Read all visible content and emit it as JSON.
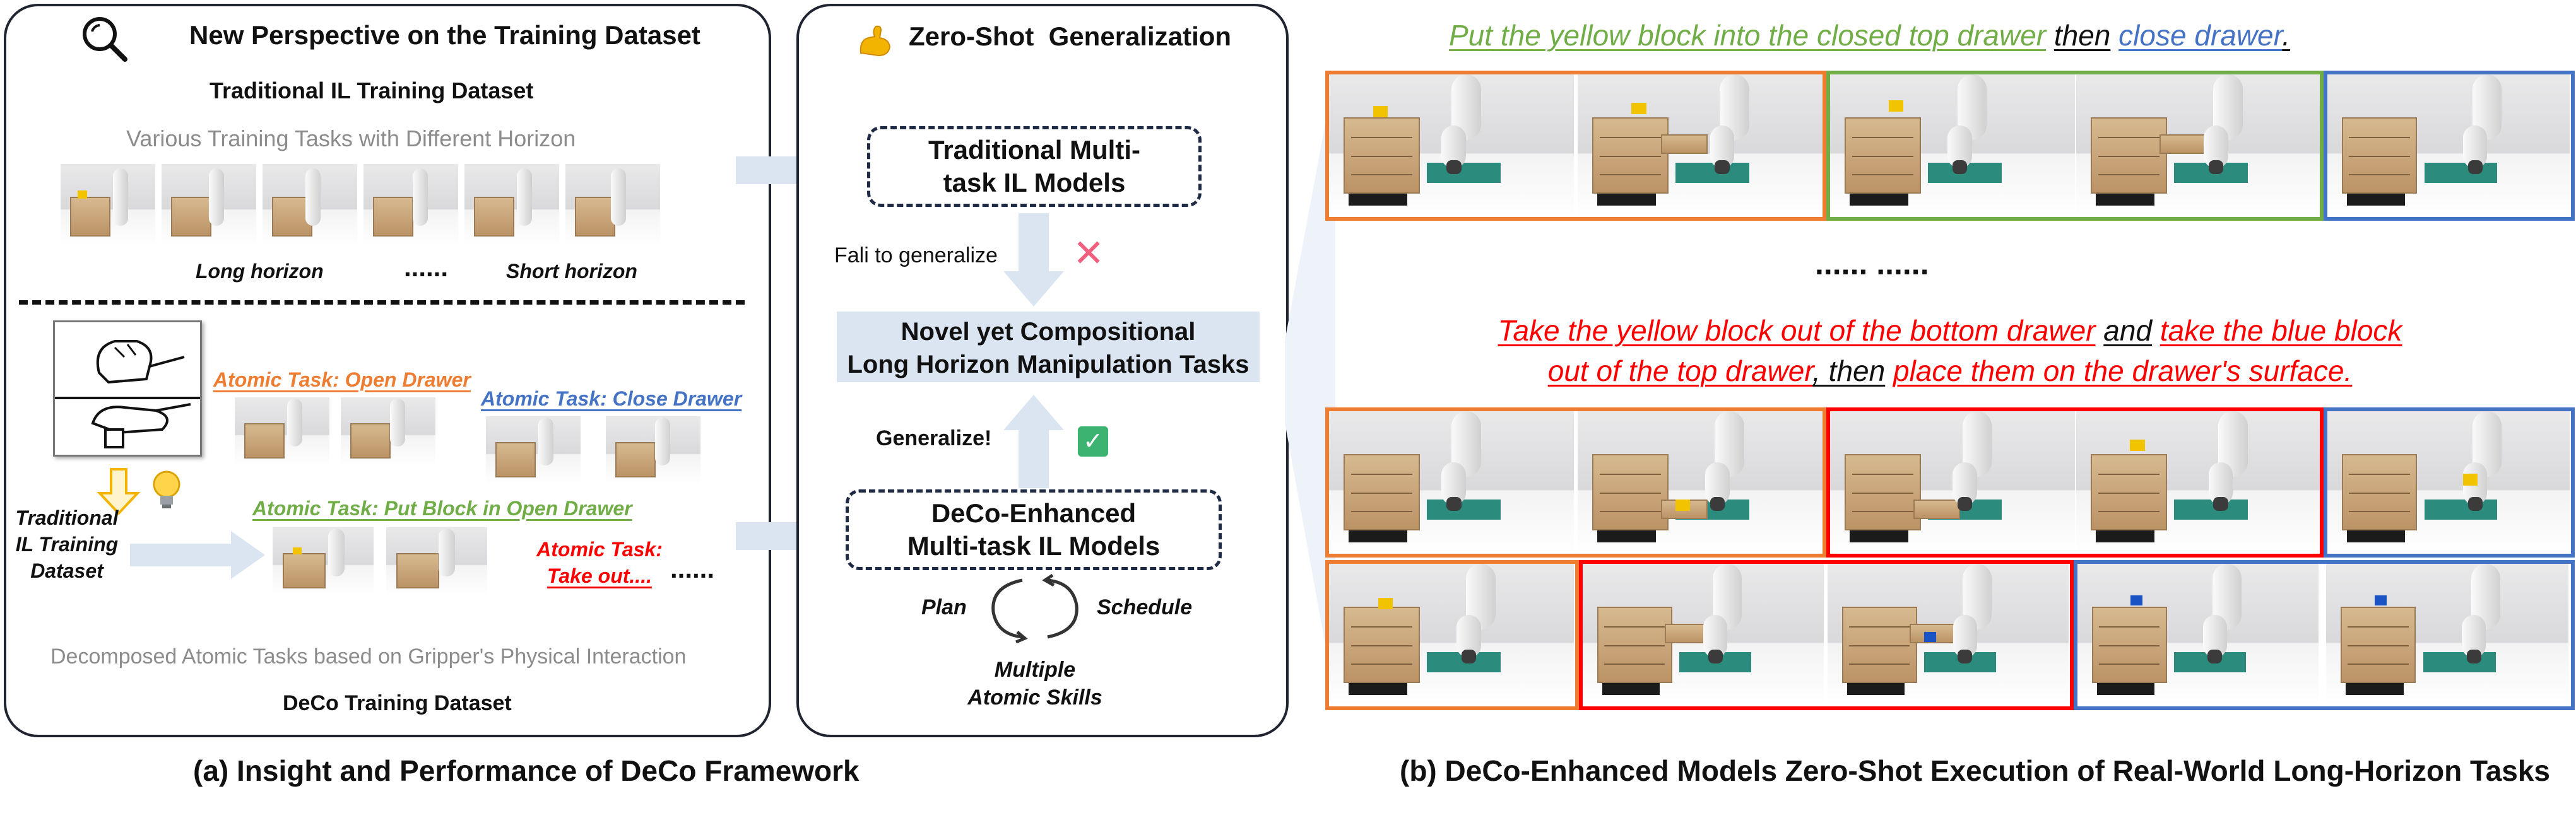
{
  "left_panel": {
    "title": "New Perspective on the Training Dataset",
    "subtitle": "Traditional IL Training Dataset",
    "various_tasks": "Various Training Tasks with Different Horizon",
    "long_horizon": "Long horizon",
    "short_horizon": "Short horizon",
    "ellipsis": "......",
    "atomic_open": "Atomic Task: Open Drawer",
    "atomic_close": "Atomic Task: Close Drawer",
    "atomic_put": "Atomic Task: Put Block in Open Drawer",
    "atomic_takeout_1": "Atomic Task:",
    "atomic_takeout_2": "Take out....",
    "traditional_dataset_label": "Traditional IL Training Dataset",
    "decomposed": "Decomposed Atomic Tasks based on Gripper's Physical Interaction",
    "deco_dataset": "DeCo Training Dataset"
  },
  "middle_panel": {
    "title": "Zero-Shot  Generalization",
    "traditional_models": "Traditional Multi-task IL Models",
    "fail_label": "Fali to generalize",
    "novel_tasks_1": "Novel yet Compositional",
    "novel_tasks_2": "Long Horizon Manipulation Tasks",
    "generalize_label": "Generalize!",
    "deco_models_1": "DeCo-Enhanced",
    "deco_models_2": "Multi-task IL Models",
    "plan": "Plan",
    "schedule": "Schedule",
    "skills_1": "Multiple",
    "skills_2": "Atomic Skills"
  },
  "right_panel": {
    "task1_part1": "Put the yellow block into the closed top drawer",
    "task1_then": "then",
    "task1_part2": "close drawer",
    "task1_end": ".",
    "middle_dots": "...... ......",
    "task2_part1": "Take the yellow block out of the bottom drawer",
    "task2_and": "and",
    "task2_part2": "take the blue block",
    "task2_part3": "out of the top drawer",
    "task2_then": ", then",
    "task2_part4": "place them on the drawer's surface.",
    "caption_a": "(a) Insight and Performance of DeCo Framework",
    "caption_b": "(b) DeCo-Enhanced Models Zero-Shot Execution of Real-World Long-Horizon Tasks"
  },
  "colors": {
    "orange": "#ee7d31",
    "green": "#70ad47",
    "blue": "#4472c4",
    "red": "#ff0000",
    "arrow": "#dbe5f1",
    "panel_border": "#1f2430",
    "novel_bg": "#dbe5f1",
    "cross": "#f05f7d",
    "check": "#3cb371"
  }
}
